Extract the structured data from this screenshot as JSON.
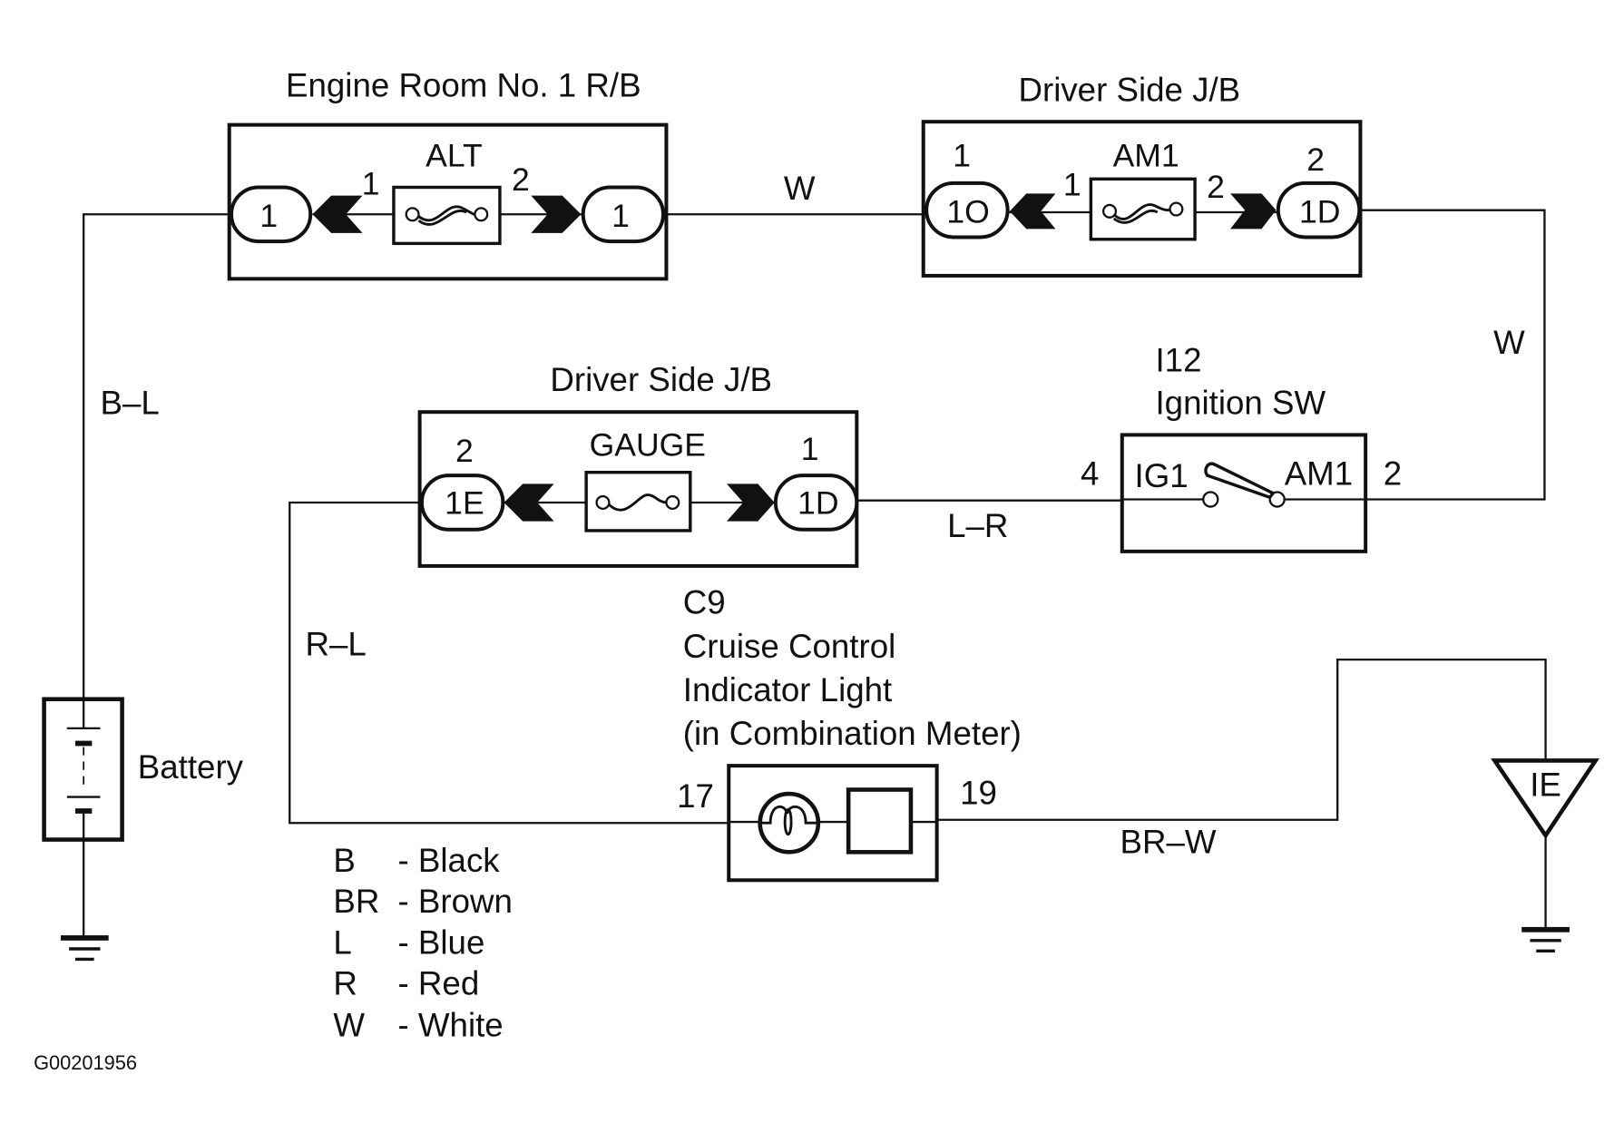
{
  "diagram": {
    "id_code": "G00201956",
    "components": {
      "engine_room_rb": {
        "title": "Engine Room No. 1 R/B",
        "fuse": "ALT",
        "left_connector": "1",
        "right_connector": "1",
        "fuse_pin_left": "1",
        "fuse_pin_right": "2"
      },
      "driver_jb_top": {
        "title": "Driver Side J/B",
        "fuse": "AM1",
        "left_connector": "1O",
        "right_connector": "1D",
        "left_pin": "1",
        "right_pin": "2",
        "fuse_pin_left": "1",
        "fuse_pin_right": "2"
      },
      "driver_jb_gauge": {
        "title": "Driver Side J/B",
        "fuse": "GAUGE",
        "left_connector": "1E",
        "right_connector": "1D",
        "left_pin": "2",
        "right_pin": "1"
      },
      "ignition_switch": {
        "code": "I12",
        "title": "Ignition SW",
        "left_terminal": "IG1",
        "right_terminal": "AM1",
        "left_pin": "4",
        "right_pin": "2"
      },
      "cruise_indicator": {
        "code": "C9",
        "title_line1": "Cruise Control",
        "title_line2": "Indicator Light",
        "title_line3": "(in Combination Meter)",
        "left_pin": "17",
        "right_pin": "19"
      },
      "battery": {
        "label": "Battery"
      },
      "ground_point": {
        "label": "IE"
      }
    },
    "wires": {
      "battery_to_alt": "B–L",
      "alt_to_am1": "W",
      "am1_to_ignition": "W",
      "ignition_to_gauge": "L–R",
      "gauge_to_indicator": "R–L",
      "indicator_to_ground": "BR–W"
    },
    "legend": [
      {
        "code": "B",
        "color": "- Black"
      },
      {
        "code": "BR",
        "color": "- Brown"
      },
      {
        "code": "L",
        "color": "- Blue"
      },
      {
        "code": "R",
        "color": "- Red"
      },
      {
        "code": "W",
        "color": "- White"
      }
    ]
  }
}
